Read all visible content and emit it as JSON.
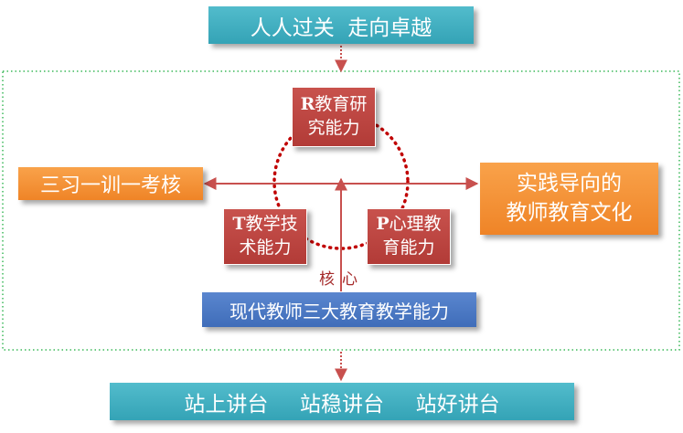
{
  "top_title": "人人过关  走向卓越",
  "bottom_title": "站上讲台  站稳讲台  站好讲台",
  "left_label": "三习一训一考核",
  "right_label": {
    "line1": "实践导向的",
    "line2": "教师教育文化"
  },
  "ability_r": {
    "letter": "R",
    "line1": "教育研",
    "line2": "究能力"
  },
  "ability_t": {
    "letter": "T",
    "line1": "教学技",
    "line2": "术能力"
  },
  "ability_p": {
    "letter": "P",
    "line1": "心理教",
    "line2": "育能力"
  },
  "core_label": "核心",
  "core_title": "现代教师三大教育教学能力",
  "colors": {
    "teal": "#3fb0c1",
    "orange": "#f28e31",
    "red": "#bb4642",
    "blue": "#4a78c2",
    "green_dotted": "#3cb95a",
    "arrow": "#c8504e"
  }
}
